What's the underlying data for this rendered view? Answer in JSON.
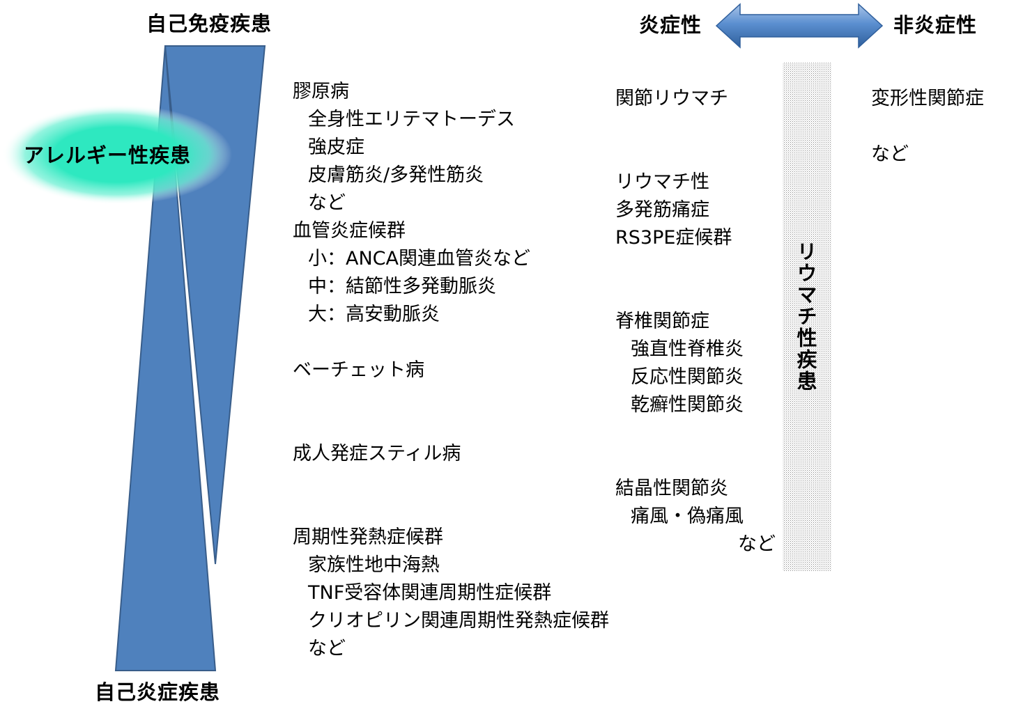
{
  "axis": {
    "top_left": "自己免疫疾患",
    "bottom_left": "自己炎症疾患",
    "allergy": "アレルギー性疾患",
    "inflammatory": "炎症性",
    "non_inflammatory": "非炎症性",
    "rheumatic_bar": "リウマチ性疾患"
  },
  "colors": {
    "wedge_fill": "#4f81bd",
    "wedge_stroke": "#385d8a",
    "allergy_glow": "#2ee8c0",
    "arrow_fill": "#4f81bd"
  },
  "col1": [
    {
      "text": "膠原病",
      "indent": 0
    },
    {
      "text": "全身性エリテマトーデス",
      "indent": 1
    },
    {
      "text": "強皮症",
      "indent": 1
    },
    {
      "text": "皮膚筋炎/多発性筋炎",
      "indent": 1
    },
    {
      "text": "など",
      "indent": 1
    },
    {
      "text": "血管炎症候群",
      "indent": 0
    },
    {
      "text": "小：ANCA関連血管炎など",
      "indent": 1
    },
    {
      "text": "中：結節性多発動脈炎",
      "indent": 1
    },
    {
      "text": "大：高安動脈炎",
      "indent": 1
    },
    {
      "text": "",
      "indent": -1
    },
    {
      "text": "ベーチェット病",
      "indent": 0
    },
    {
      "text": "",
      "indent": -1
    },
    {
      "text": "",
      "indent": -1
    },
    {
      "text": "成人発症スティル病",
      "indent": 0
    },
    {
      "text": "",
      "indent": -1
    },
    {
      "text": "",
      "indent": -1
    },
    {
      "text": "周期性発熱症候群",
      "indent": 0
    },
    {
      "text": "家族性地中海熱",
      "indent": 1
    },
    {
      "text": "TNF受容体関連周期性症候群",
      "indent": 1
    },
    {
      "text": "クリオピリン関連周期性発熱症候群",
      "indent": 1
    },
    {
      "text": "など",
      "indent": 1
    }
  ],
  "col2": [
    {
      "text": "関節リウマチ",
      "indent": 0
    },
    {
      "text": "",
      "indent": -1
    },
    {
      "text": "",
      "indent": -1
    },
    {
      "text": "リウマチ性",
      "indent": 0
    },
    {
      "text": "多発筋痛症",
      "indent": 0
    },
    {
      "text": "RS3PE症候群",
      "indent": 0
    },
    {
      "text": "",
      "indent": -1
    },
    {
      "text": "",
      "indent": -1
    },
    {
      "text": "脊椎関節症",
      "indent": 0
    },
    {
      "text": "強直性脊椎炎",
      "indent": 1
    },
    {
      "text": "反応性関節炎",
      "indent": 1
    },
    {
      "text": "乾癬性関節炎",
      "indent": 1
    },
    {
      "text": "",
      "indent": -1
    },
    {
      "text": "",
      "indent": -1
    },
    {
      "text": "結晶性関節炎",
      "indent": 0
    },
    {
      "text": "痛風・偽痛風",
      "indent": 1
    },
    {
      "text": "など",
      "indent": 2
    }
  ],
  "col3": [
    {
      "text": "変形性関節症",
      "indent": 0
    },
    {
      "text": "",
      "indent": -1
    },
    {
      "text": "など",
      "indent": 0
    }
  ]
}
